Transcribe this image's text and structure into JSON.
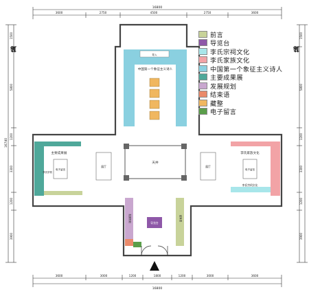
{
  "dimensions": {
    "top_total": "16800",
    "top_segments": [
      "3600",
      "2750",
      "4500",
      "2750",
      "3600"
    ],
    "bottom_total": "16800",
    "bottom_segments": [
      "3600",
      "3000",
      "1200",
      "1800",
      "1200",
      "3000",
      "3600"
    ],
    "left_total": "16740",
    "left_segments": [
      "1500",
      "5800",
      "1200",
      "3300",
      "1200",
      "3900"
    ],
    "right_segments": [
      "1500",
      "5800",
      "1200",
      "3300",
      "1200",
      "3900"
    ]
  },
  "north_marks": {
    "left": "ﾠ𝕬",
    "right": "ﾠ𝕬"
  },
  "rooms": {
    "top_hall_label": "中国第一个象征主义诗人",
    "top_small_label": "导入",
    "left_hall_label": "主要成果展",
    "left_box_label": "电子留言",
    "left_side_label": "李氏宗祠",
    "center_label": "天井",
    "right_hall_label": "李氏家族文化",
    "right_box_label": "电子留言",
    "right_bottom_label": "李氏宗祠文化",
    "left_corridor_label": "发展规划",
    "right_corridor_label": "结束语",
    "reception_label": "导览台",
    "west_room_label": "展厅",
    "east_room_label": "展厅"
  },
  "legend": [
    {
      "label": "前言",
      "color": "#c8d39a"
    },
    {
      "label": "导览台",
      "color": "#8e58a8"
    },
    {
      "label": "李氏宗祠文化",
      "color": "#a8e6ea"
    },
    {
      "label": "李氏家族文化",
      "color": "#f2a3a6"
    },
    {
      "label": "中国第一个象征主义诗人",
      "color": "#8ad0e0"
    },
    {
      "label": "主要成果展",
      "color": "#4fa89a"
    },
    {
      "label": "发展规划",
      "color": "#c9a7cf"
    },
    {
      "label": "结束语",
      "color": "#ea8a6a"
    },
    {
      "label": "藏整",
      "color": "#f0b760"
    },
    {
      "label": "电子留言",
      "color": "#5a9e4a"
    }
  ]
}
